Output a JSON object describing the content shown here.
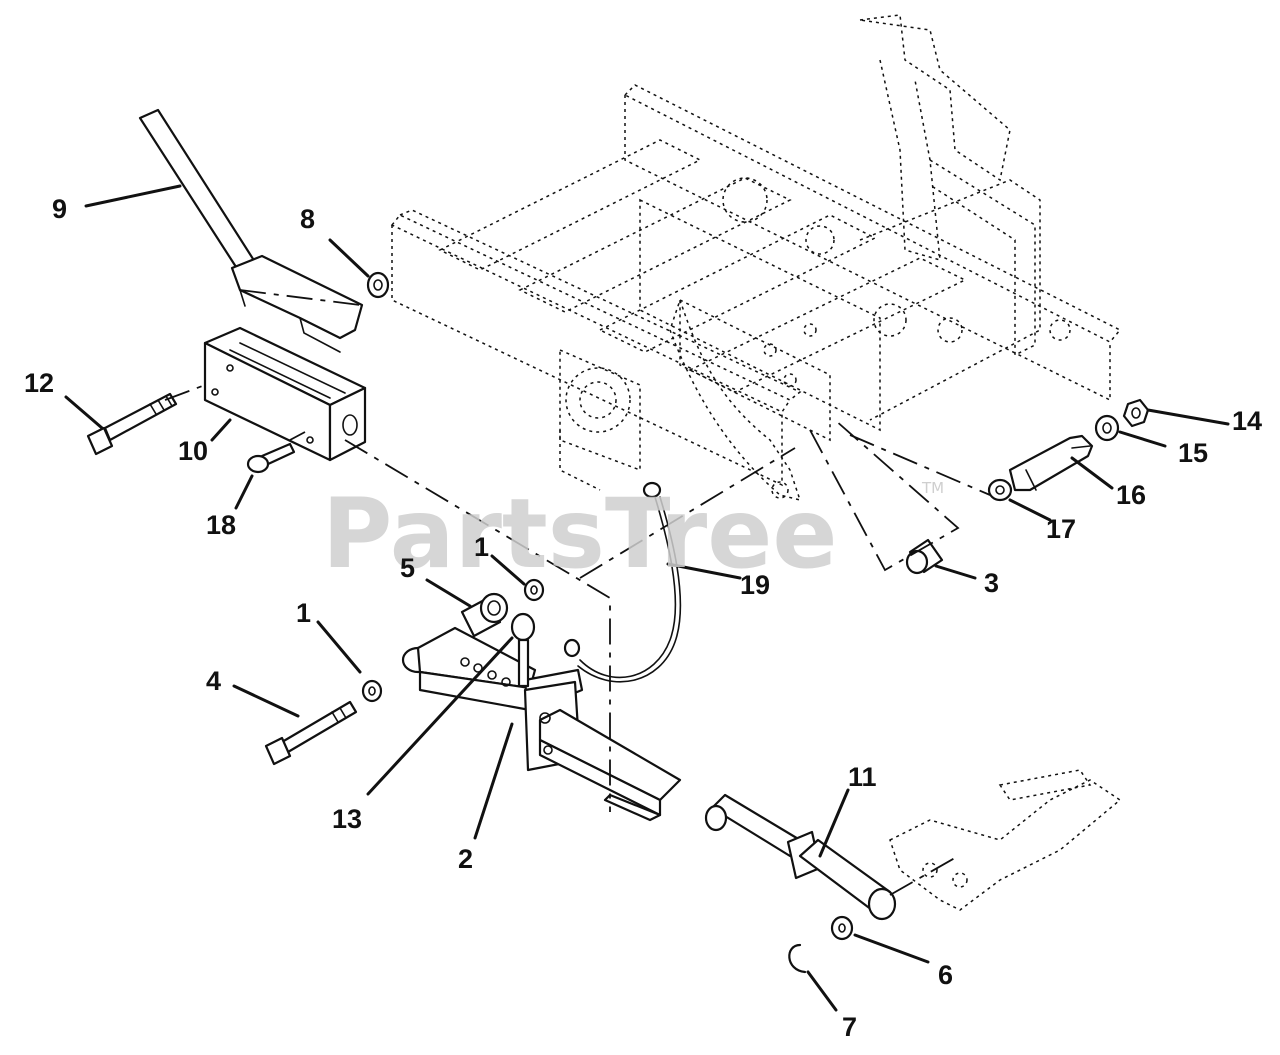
{
  "watermark": {
    "text": "PartsTree",
    "trademark": "TM"
  },
  "callouts": [
    "9",
    "8",
    "12",
    "10",
    "18",
    "1",
    "5",
    "1",
    "4",
    "13",
    "2",
    "19",
    "3",
    "17",
    "16",
    "15",
    "14",
    "11",
    "6",
    "7"
  ]
}
